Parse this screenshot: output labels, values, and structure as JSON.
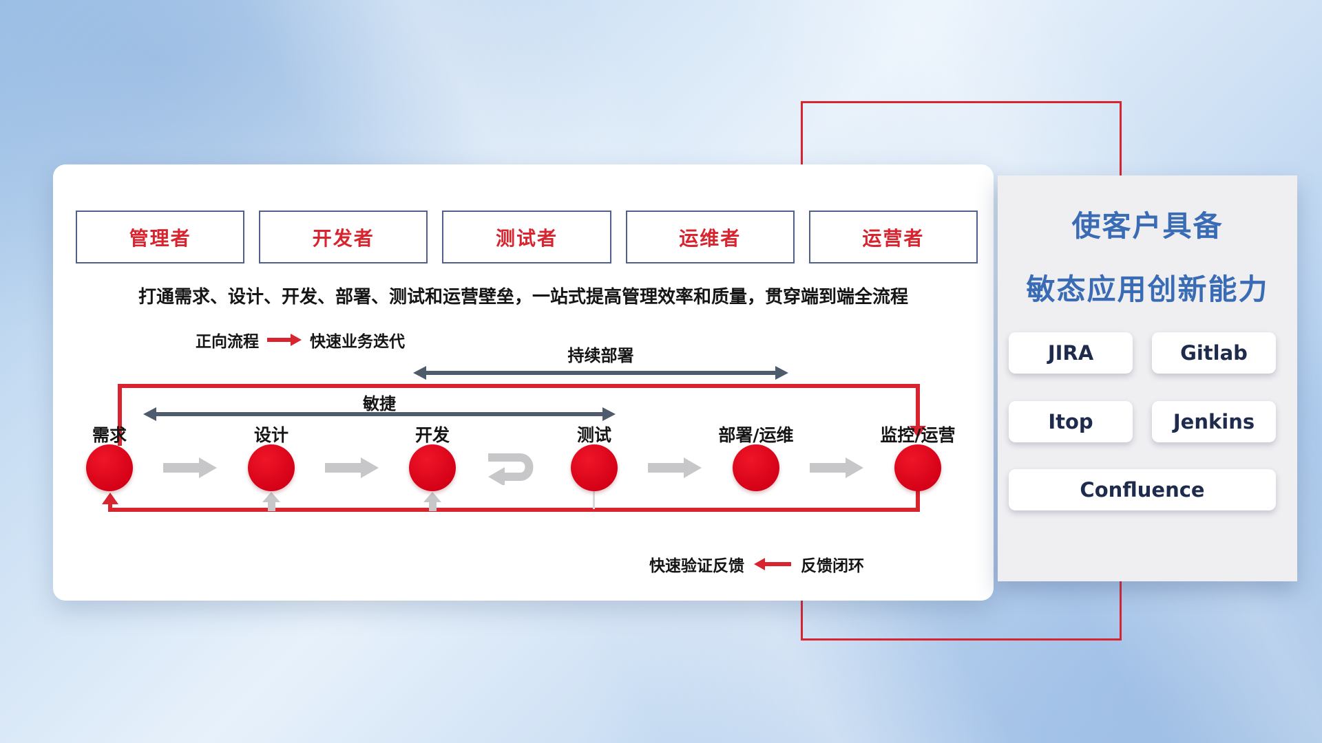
{
  "main_panel": {
    "roles": [
      "管理者",
      "开发者",
      "测试者",
      "运维者",
      "运营者"
    ],
    "description": "打通需求、设计、开发、部署、测试和运营壁垒，一站式提高管理效率和质量，贯穿端到端全流程",
    "forward_legend": {
      "label": "正向流程",
      "text": "快速业务迭代"
    },
    "feedback_legend": {
      "text": "快速验证反馈",
      "label": "反馈闭环"
    },
    "flow": {
      "stages": [
        "需求",
        "设计",
        "开发",
        "测试",
        "部署/运维",
        "监控/运营"
      ],
      "agile_label": "敏捷",
      "continuous_deployment_label": "持续部署"
    }
  },
  "side_panel": {
    "title_line1": "使客户具备",
    "title_line2": "敏态应用创新能力",
    "tools": [
      "JIRA",
      "Gitlab",
      "Itop",
      "Jenkins",
      "Confluence"
    ]
  },
  "colors": {
    "accent_red": "#d7242e",
    "circle_red": "#e0051c",
    "dark_arrow": "#4d5b6c",
    "gray_arrow": "#c7c7c9",
    "title_blue": "#3a6cb5",
    "role_border": "#51608a",
    "side_panel_bg": "#efeff2"
  }
}
